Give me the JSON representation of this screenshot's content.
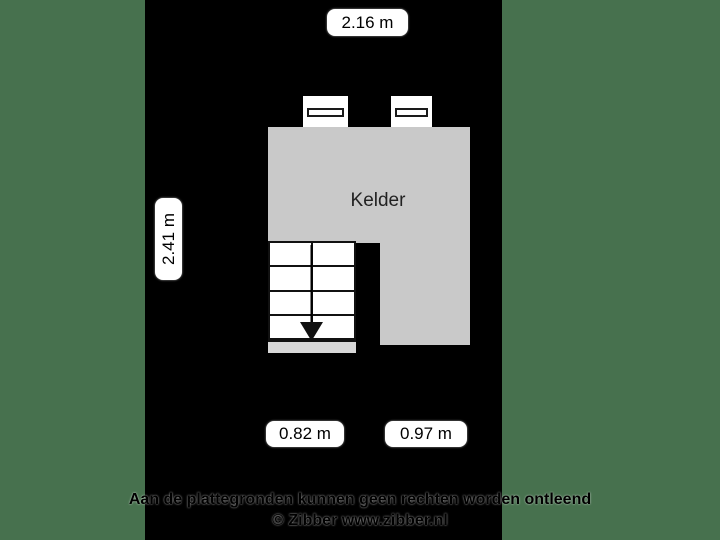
{
  "colors": {
    "page_background": "#47714E",
    "panel": "#000000",
    "room_fill": "#C9C9C9",
    "landing_fill": "#D7D7D7",
    "label_background": "#FFFFFF",
    "text": "#000000"
  },
  "plan": {
    "room_label": "Kelder",
    "dimensions": {
      "top": "2.16 m",
      "left": "2.41 m",
      "bottom_left": "0.82 m",
      "bottom_right": "0.97 m"
    }
  },
  "footer": {
    "disclaimer": "Aan de plattegronden kunnen geen rechten worden ontleend",
    "credit": "© Zibber www.zibber.nl"
  }
}
